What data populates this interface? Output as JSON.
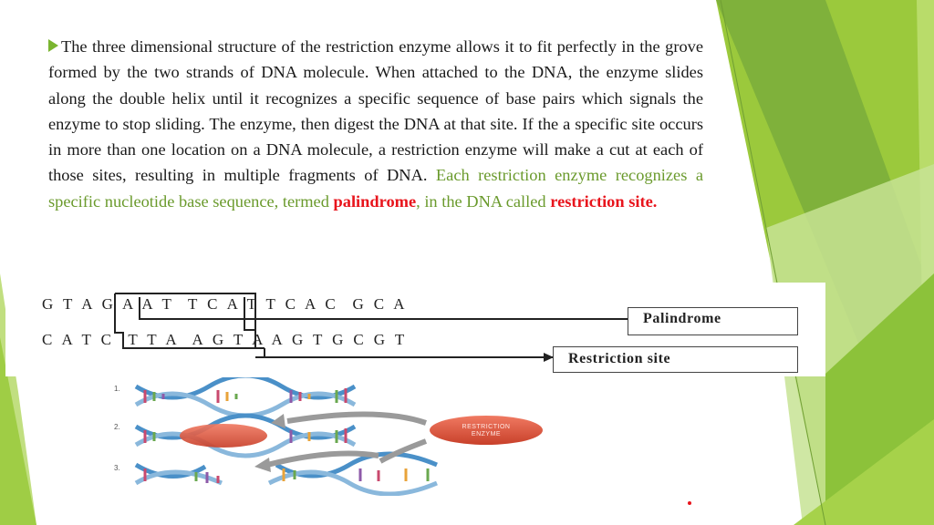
{
  "paragraph": {
    "normal": "The three dimensional structure of the restriction enzyme allows it to fit perfectly in the grove formed by the two strands of DNA molecule. When attached to the DNA, the enzyme slides along the double helix until it recognizes a specific sequence of base pairs which signals the enzyme to stop sliding. The enzyme, then digest the DNA at that site. If the a specific site occurs in more than one location on a DNA molecule, a restriction enzyme will make a cut at each of those sites, resulting in multiple fragments of DNA.",
    "green_part1": "Each restriction enzyme recognizes a specific nucleotide base sequence, termed",
    "palindrome": "palindrome",
    "green_part2": ", in the DNA called",
    "restriction_site": "restriction site."
  },
  "dna": {
    "top_strand": "G T A G A A T  T C A T T C A C  G C A",
    "bottom_strand": "C A T C  T T A  A G T A A G T G C G T"
  },
  "labels": {
    "palindrome": "Palindrome",
    "restriction_site": "Restriction site"
  },
  "illustration": {
    "steps": [
      "1.",
      "2.",
      "3."
    ],
    "enzyme_label_line1": "RESTRICTION",
    "enzyme_label_line2": "ENZYME"
  },
  "colors": {
    "accent_green": "#7ab530",
    "text_green": "#6a9a2c",
    "highlight_red": "#e8141c",
    "enzyme_red": "#e0553e"
  }
}
